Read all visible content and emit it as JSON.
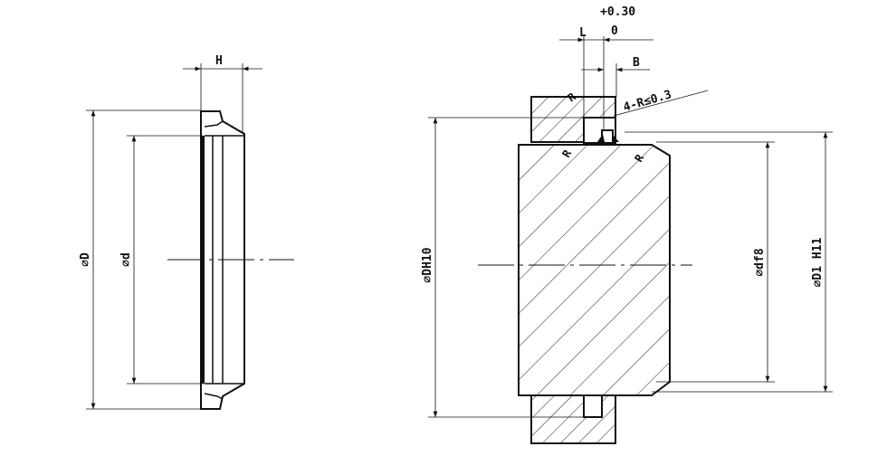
{
  "left_view": {
    "height_label": "H",
    "outer_diameter_label": "⌀D",
    "inner_diameter_label": "⌀d"
  },
  "right_view": {
    "tolerance_upper": "+0.30",
    "tolerance_lower": "0",
    "groove_length_label": "L",
    "groove_width_label": "B",
    "radius_note": "4-R≤0.3",
    "radius_label": "R",
    "bore_diameter_label": "⌀DH10",
    "shaft_diameter_label": "⌀df8",
    "groove_diameter_label": "⌀D1 H11"
  }
}
